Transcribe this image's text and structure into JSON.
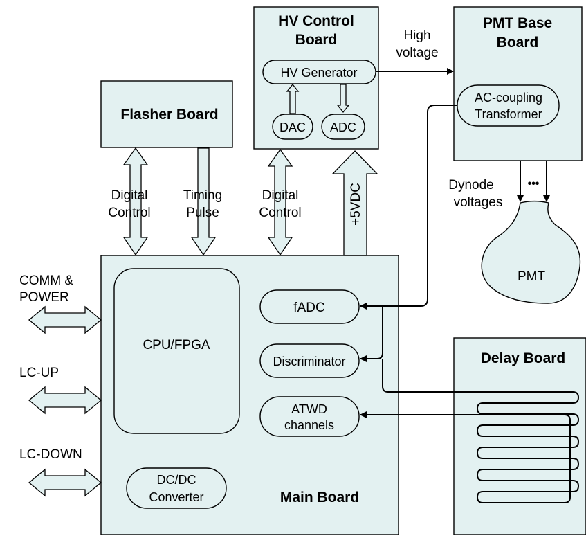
{
  "boards": {
    "hv_control": [
      "HV Control",
      "Board"
    ],
    "pmt_base": [
      "PMT Base",
      "Board"
    ],
    "flasher": "Flasher Board",
    "main": "Main Board",
    "delay": "Delay Board"
  },
  "components": {
    "hv_generator": "HV Generator",
    "dac": "DAC",
    "adc": "ADC",
    "ac_coupling": [
      "AC-coupling",
      "Transformer"
    ],
    "cpu_fpga": "CPU/FPGA",
    "fadc": "fADC",
    "discriminator": "Discriminator",
    "atwd": [
      "ATWD",
      "channels"
    ],
    "dcdc": [
      "DC/DC",
      "Converter"
    ],
    "pmt": "PMT"
  },
  "connections": {
    "digital_control_flasher": [
      "Digital",
      "Control"
    ],
    "timing_pulse": [
      "Timing",
      "Pulse"
    ],
    "digital_control_hv": [
      "Digital",
      "Control"
    ],
    "power_5vdc": "+5VDC",
    "high_voltage": [
      "High",
      "voltage"
    ],
    "dynode_voltages": [
      "Dynode",
      "voltages"
    ],
    "dots": "•••"
  },
  "ports": {
    "comm_power": [
      "COMM &",
      "POWER"
    ],
    "lc_up": "LC-UP",
    "lc_down": "LC-DOWN"
  }
}
